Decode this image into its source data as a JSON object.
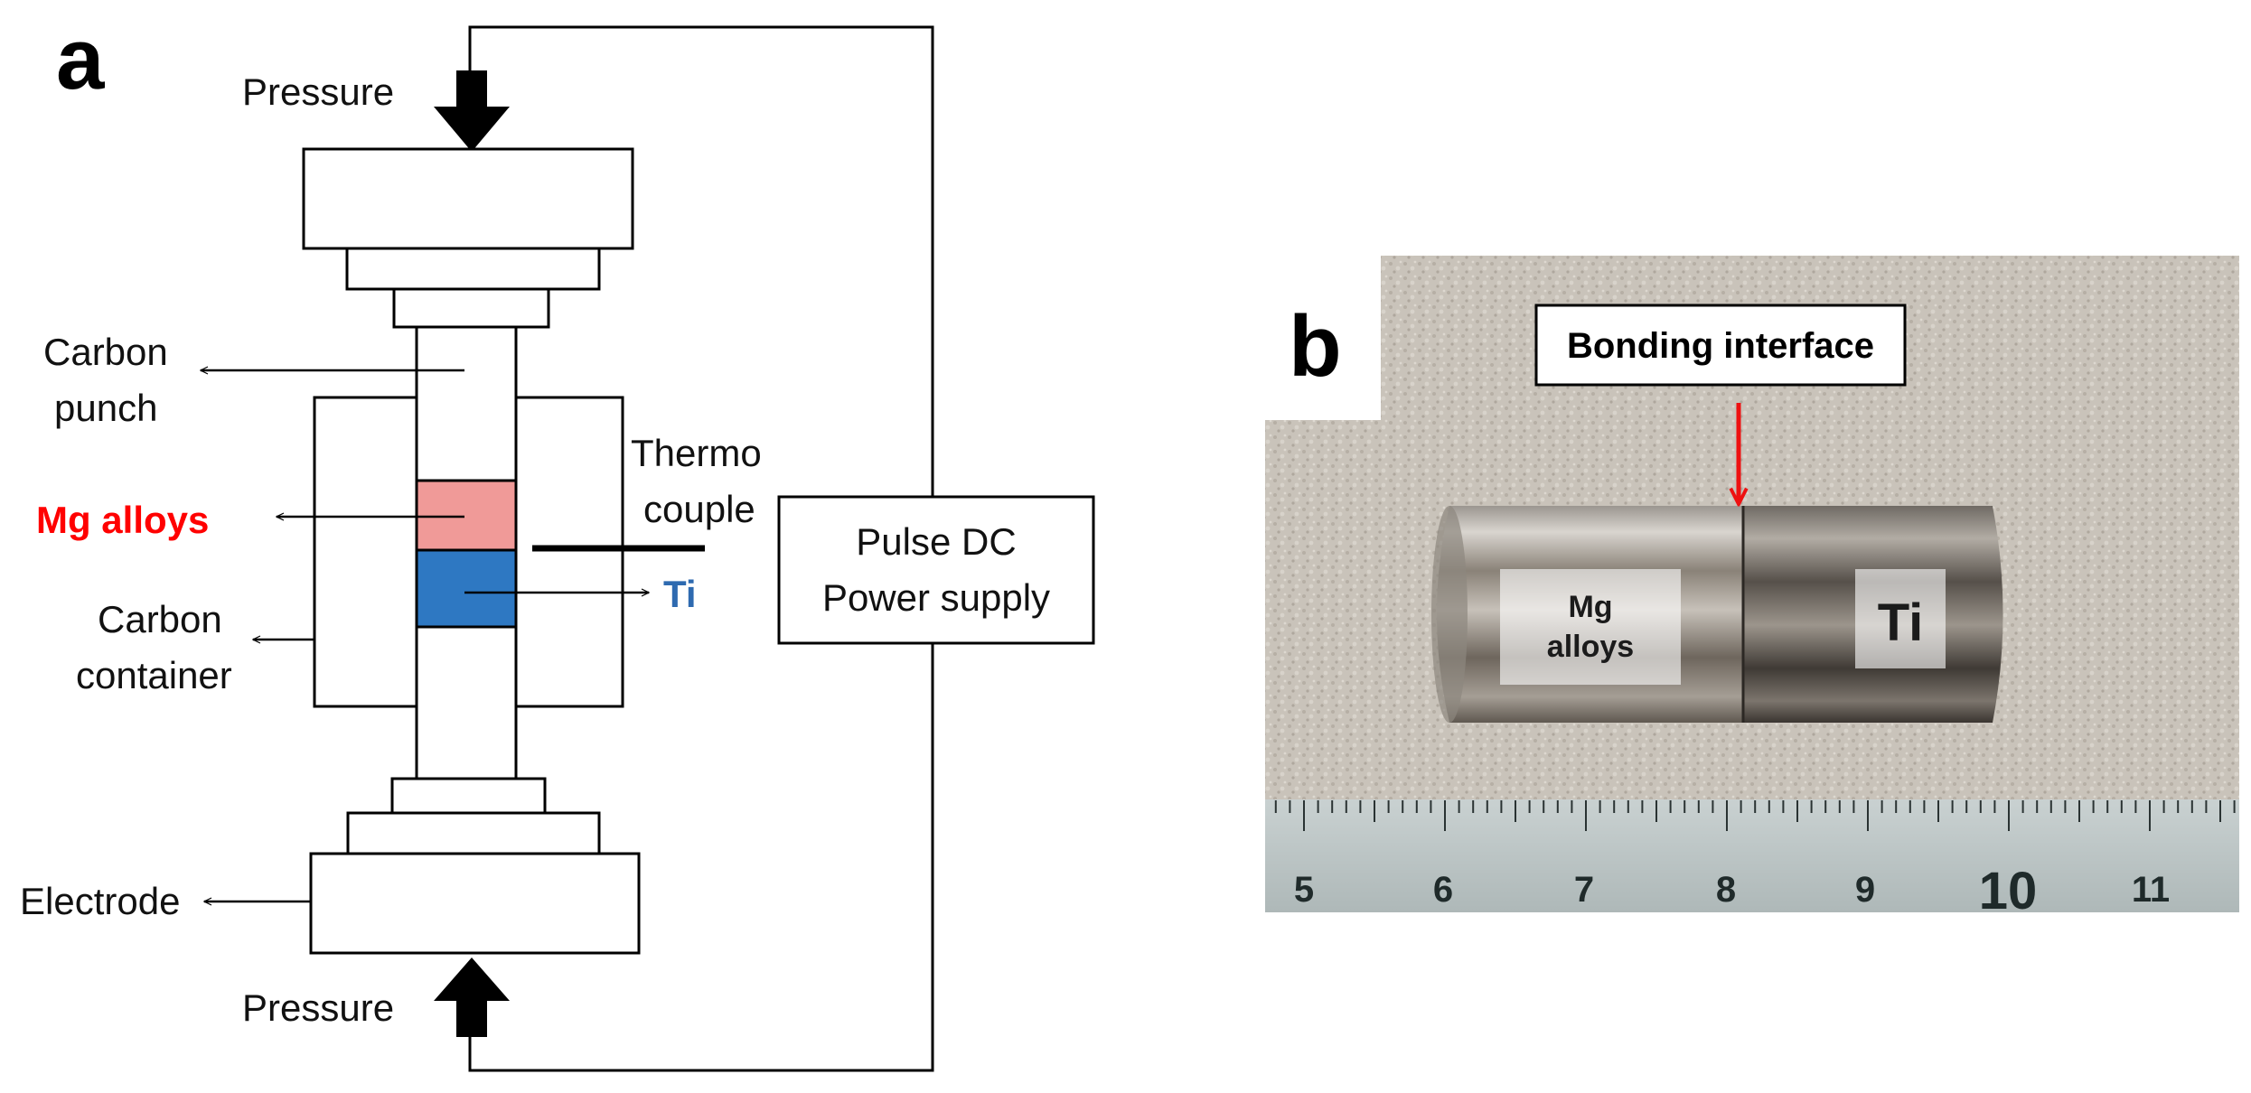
{
  "panel_a": {
    "letter": "a",
    "pressure_top": "Pressure",
    "pressure_bottom": "Pressure",
    "carbon_punch_line1": "Carbon",
    "carbon_punch_line2": "punch",
    "mg_alloys": "Mg alloys",
    "carbon_container_line1": "Carbon",
    "carbon_container_line2": "container",
    "thermo_line1": "Thermo",
    "thermo_line2": "couple",
    "ti": "Ti",
    "power_line1": "Pulse DC",
    "power_line2": "Power supply",
    "electrode": "Electrode"
  },
  "panel_b": {
    "letter": "b",
    "bonding_interface": "Bonding interface",
    "mg_line1": "Mg",
    "mg_line2": "alloys",
    "ti": "Ti",
    "ruler_numbers": [
      "5",
      "6",
      "7",
      "8",
      "9",
      "10",
      "11"
    ]
  },
  "colors": {
    "mg": "#f09a98",
    "ti": "#2e78c2",
    "mg_label": "#ff0000",
    "ti_label": "#2e6ab0",
    "interface_arrow": "#ee1111"
  }
}
